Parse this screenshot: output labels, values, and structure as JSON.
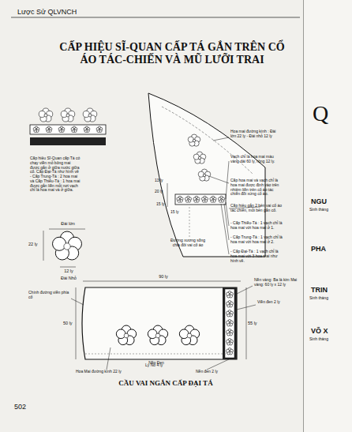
{
  "diagram": {
    "title": "CẤP HIỆU SĨ-QUAN CẤP TÁ GẮN TRÊN CỔ ÁO TÁC-CHIẾN VÀ MŨ LƯỠI TRAI",
    "caption": "CẦU VAI NGẮN CẤP ĐẠI TÁ",
    "labels": [
      "Lược Sử QLVNCH",
      "Cấp hiệu Sĩ-Quan cấp Tá có chạy viền mỏ bông mai được gắn ở giữa nước giữa cổ. Cấp Đại-Tá như hình vẽ - Cấp Trung-Tá : 2 hoa mai và Cấp Thiếu-Tá : 1 hoa mai được gắn liền mỗi nơi vạch chỉ là hoa mai và ở giữa.",
      "Đài lớn",
      "22 ly",
      "12 ly",
      "Đài Nhỏ",
      "Hoa mai đường kính : Đài lớn 22 ly - Đài nhỏ 12 ly",
      "Vạch chỉ là hoa mai màu vàng dài 60 ly, rộng 12 ly.",
      "Cấp hoa mai và vạch chỉ là hoa mai được định vào trên nhiệm liền trên cổ áo tác chiến đối xứng cổ áo.",
      "Cấp hiệu gắn 2 bên vai cổ áo tác chiến, mỗi bên gắn cổ.",
      "- Cấp Thiếu-Tá : 1 vạch chỉ là hoa mai với hoa mai ở 1.",
      "- Cấp Trung-Tá : 1 vạch chỉ là hoa mai với hoa mai ở 2.",
      "- Cấp Đại-Tá : 1 vạch chỉ là hoa mai với 3 hoa mai như hình vẽ.",
      "13 ly",
      "20 ly",
      "15 ly",
      "15 ly",
      "Đường xương sống chia đôi vai cổ áo",
      "90 ly",
      "Chính đường viền phía cổ",
      "50 ly",
      "55 ly",
      "Nền Đen",
      "Nền vàng: Ba là kim Mai vàng: 60 ly x 12 ly",
      "Viền đen 2 ly",
      "Hoa Mai đường kính 22 ly",
      "Lý Nổ 4 ly",
      "Nền đen 2 ly",
      "502",
      "Q",
      "NGU",
      "PHA",
      "TRIN",
      "VÕ X",
      "Sinh tháng",
      "Sinh tháng",
      "Sinh tháng"
    ]
  }
}
